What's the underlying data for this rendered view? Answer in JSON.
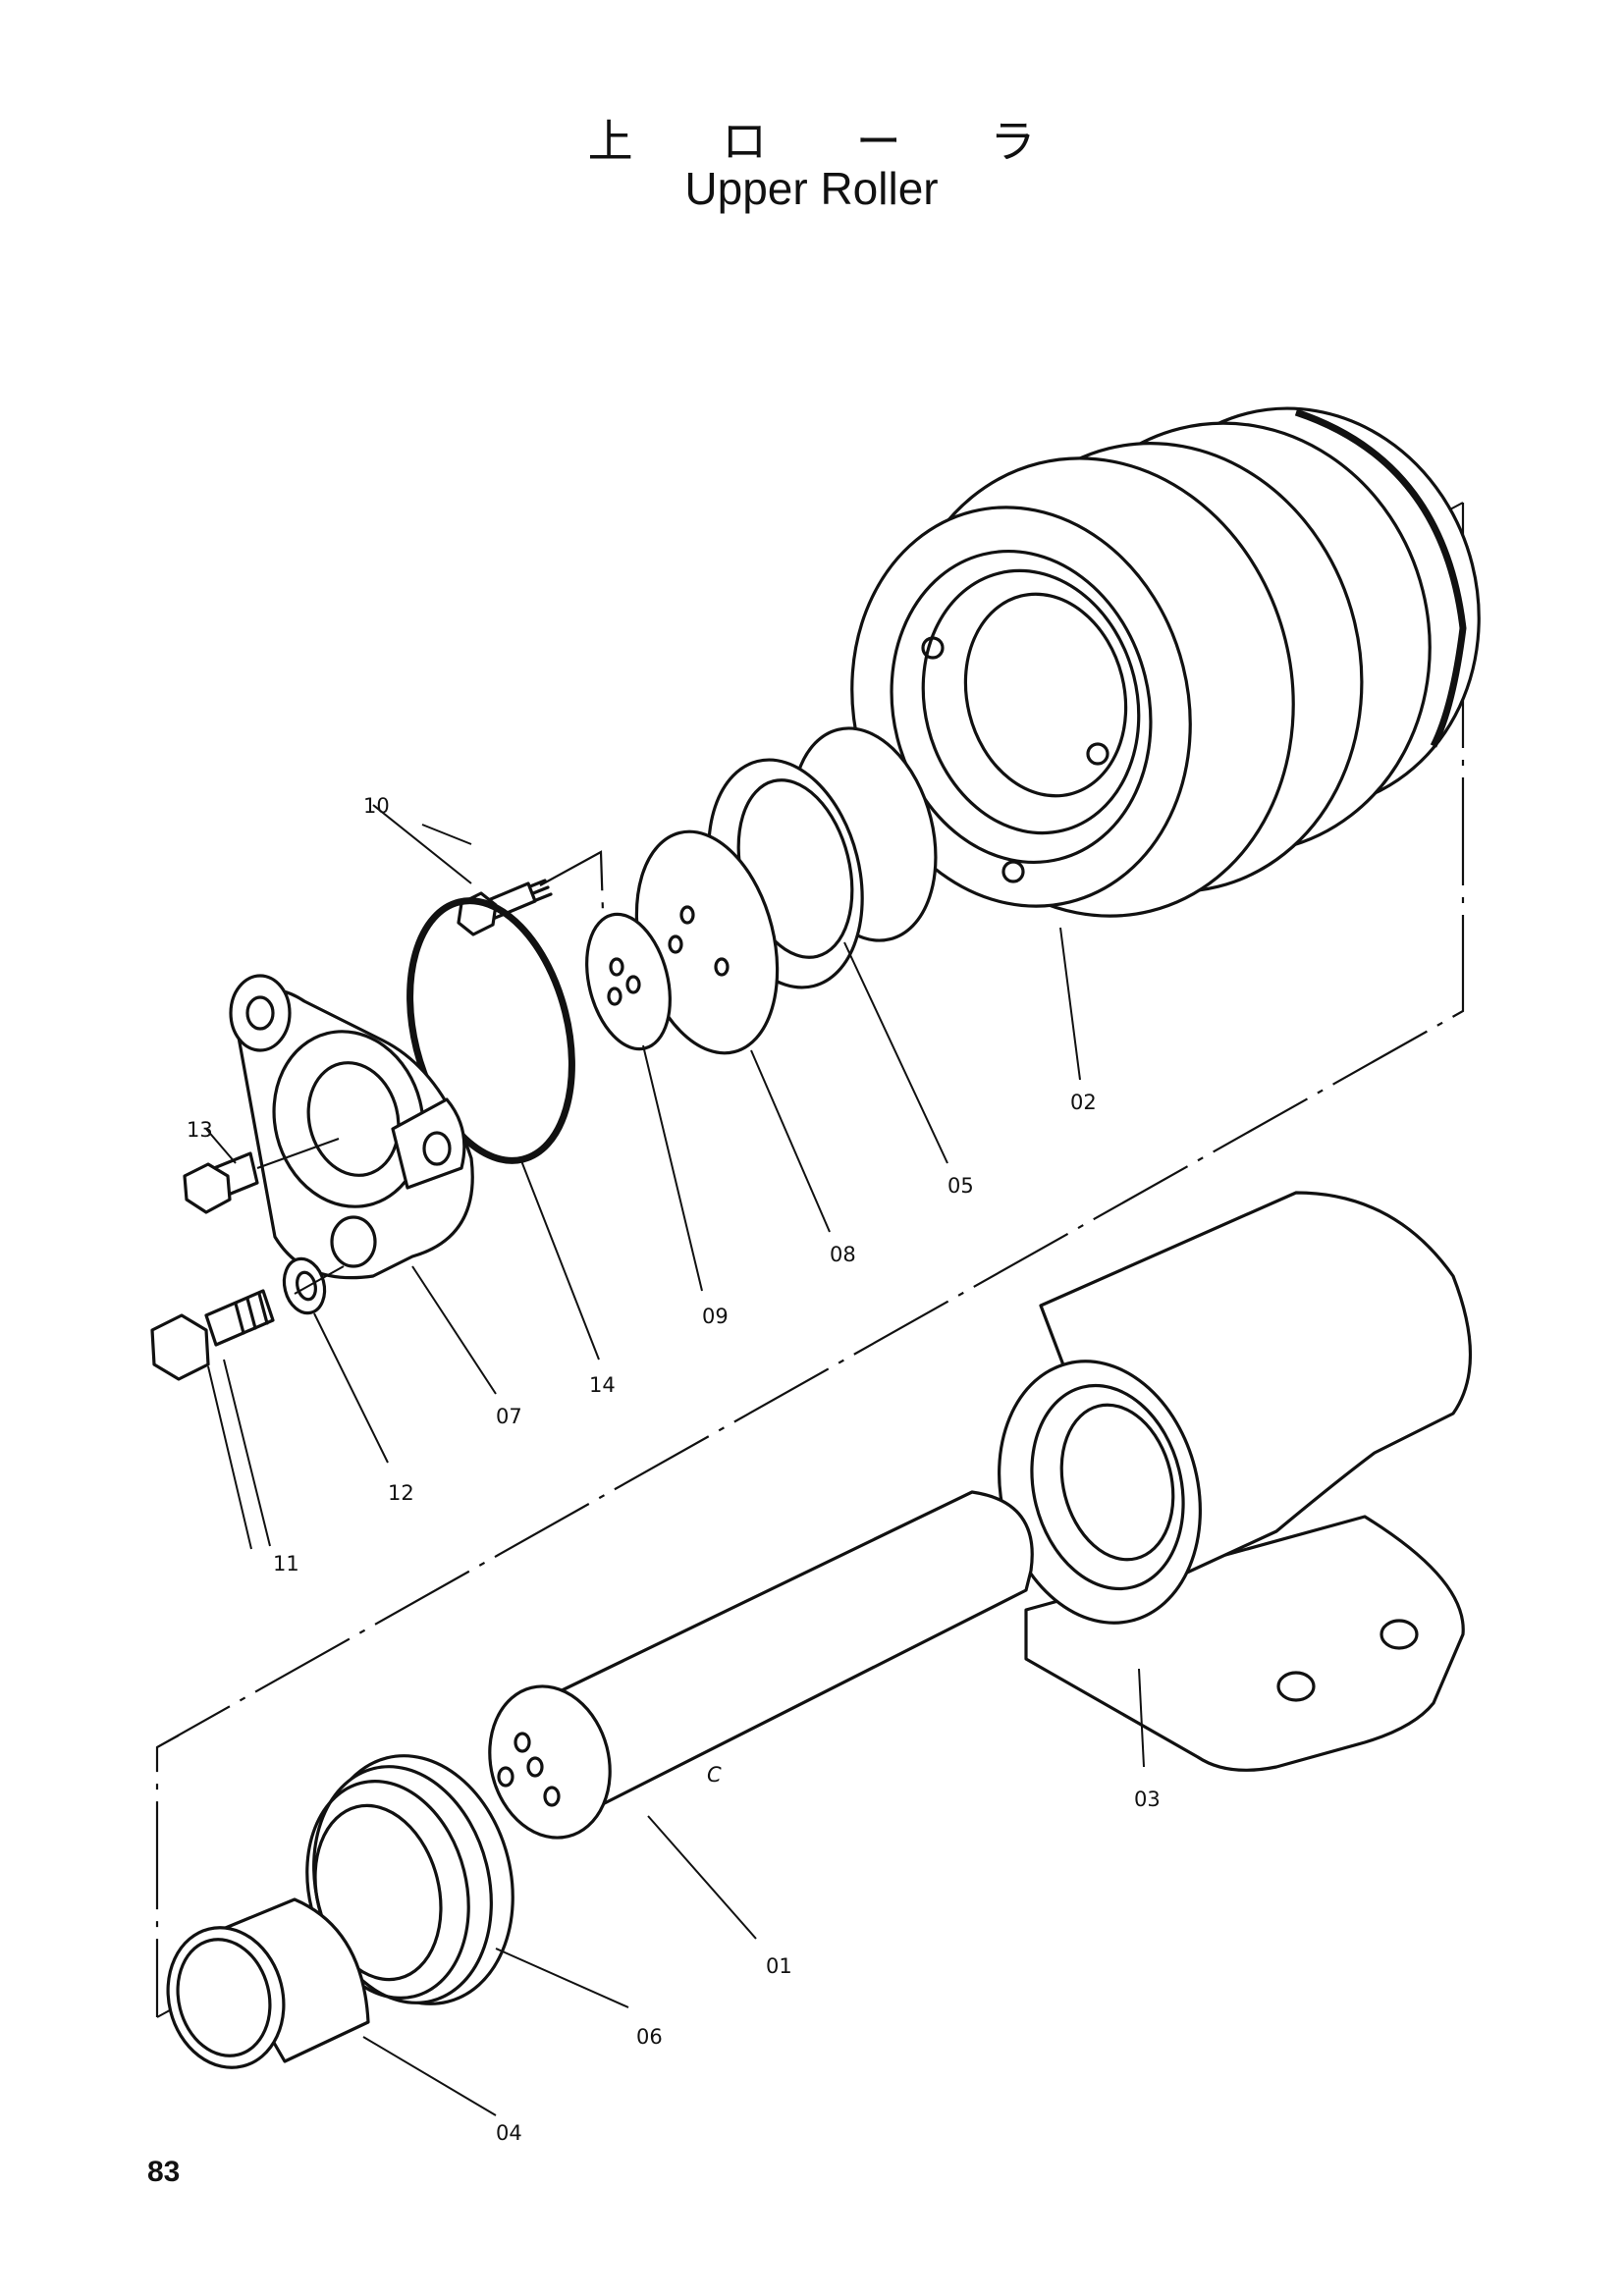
{
  "title": {
    "ja": "上 ロ ー ラ",
    "en": "Upper Roller"
  },
  "page_number": "83",
  "parts": [
    {
      "id": "01",
      "label": "01"
    },
    {
      "id": "02",
      "label": "02"
    },
    {
      "id": "03",
      "label": "03"
    },
    {
      "id": "04",
      "label": "04"
    },
    {
      "id": "05",
      "label": "05"
    },
    {
      "id": "06",
      "label": "06"
    },
    {
      "id": "07",
      "label": "07"
    },
    {
      "id": "08",
      "label": "08"
    },
    {
      "id": "09",
      "label": "09"
    },
    {
      "id": "10",
      "label": "10"
    },
    {
      "id": "11",
      "label": "11"
    },
    {
      "id": "12",
      "label": "12"
    },
    {
      "id": "13",
      "label": "13"
    },
    {
      "id": "14",
      "label": "14"
    }
  ],
  "shaft_mark": "C"
}
